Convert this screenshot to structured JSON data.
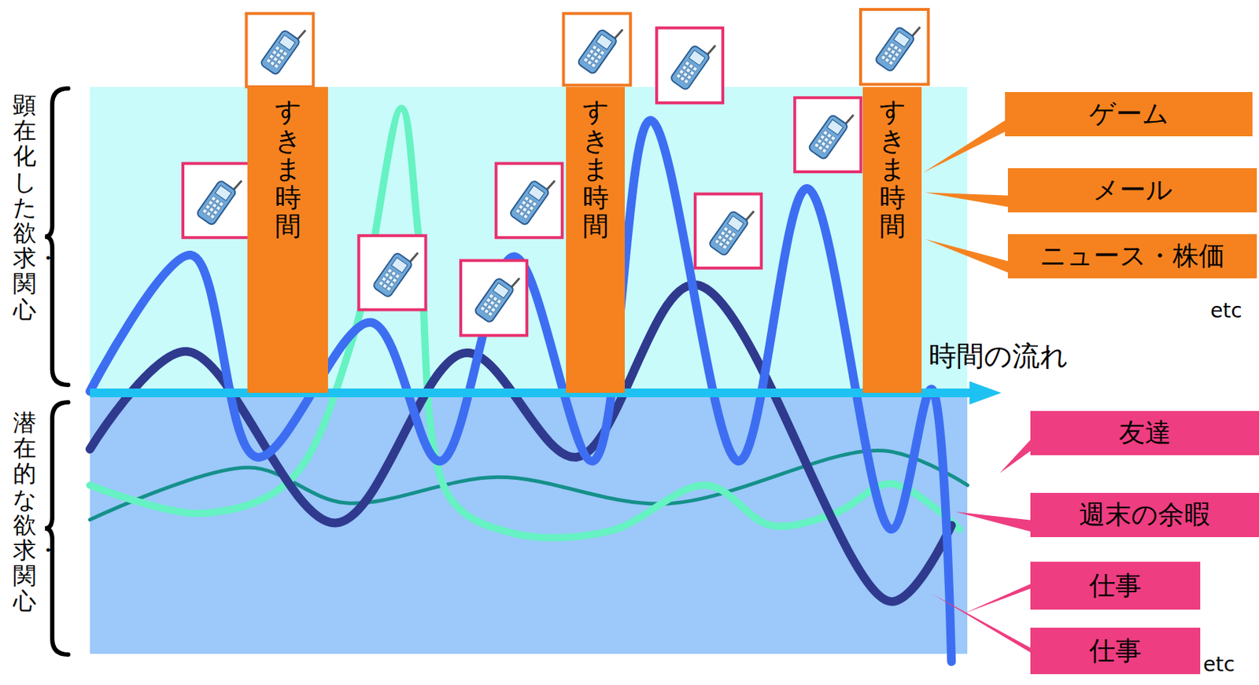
{
  "diagram": {
    "nodes": [
      {
        "text": [
          "すきま時間"
        ]
      },
      {
        "text": [
          "すきま時間"
        ]
      },
      {
        "text": [
          "すきま時間"
        ]
      },
      {
        "text": [
          "ゲーム"
        ]
      },
      {
        "text": [
          "メール"
        ]
      },
      {
        "text": [
          "ニュース・株価"
        ]
      },
      {
        "text": [
          "友達"
        ]
      },
      {
        "text": [
          "週末の余暇"
        ]
      },
      {
        "text": [
          "仕事"
        ]
      },
      {
        "text": [
          "仕事"
        ]
      }
    ],
    "labels": [
      "顕在化した欲求・関心",
      "潜在的な欲求・関心",
      "時間の流れ",
      "etc",
      "etc"
    ]
  }
}
